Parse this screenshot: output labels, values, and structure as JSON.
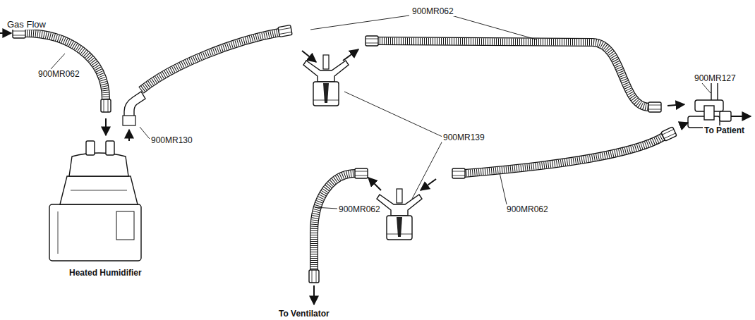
{
  "diagram": {
    "labels": [
      "Gas Flow",
      "900MR062",
      "900MR130",
      "900MR062",
      "900MR139",
      "900MR127",
      "To Patient",
      "900MR062",
      "900MR062",
      "Heated Humidifier",
      "To Ventilator"
    ]
  }
}
